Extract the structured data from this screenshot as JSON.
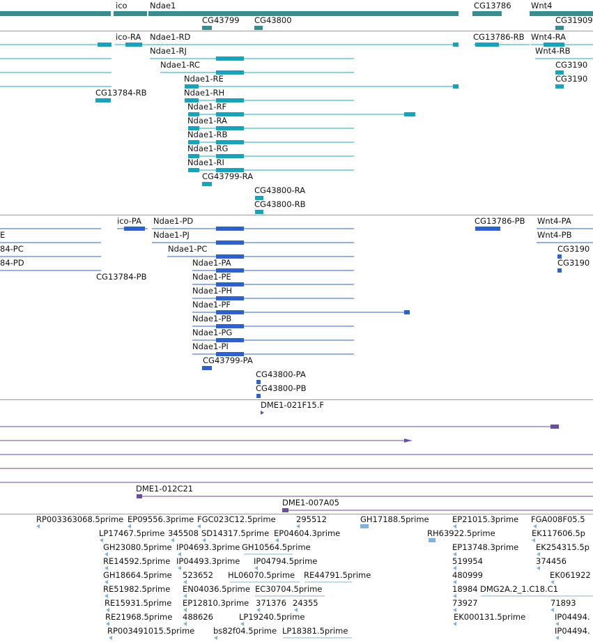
{
  "colors": {
    "gene": "#3a8b8c",
    "transcript_rna": "#1aa3b8",
    "transcript_protein": "#2f5fc9",
    "clone": "#6a4ea0",
    "est": "#7fb3dc",
    "divider": "#9a9a9a"
  },
  "tracks": {
    "gene": {
      "labels": [
        "ico",
        "Ndae1",
        "CG13786",
        "Wnt4",
        "CG43799",
        "CG43800",
        "CG31909"
      ]
    },
    "mrna": {
      "labels": [
        "ico-RA",
        "Ndae1-RD",
        "CG13786-RB",
        "Wnt4-RA",
        "Ndae1-RJ",
        "Wnt4-RB",
        "Ndae1-RC",
        "CG3190",
        "Ndae1-RE",
        "CG3190",
        "CG13784-RB",
        "Ndae1-RH",
        "Ndae1-RF",
        "Ndae1-RA",
        "Ndae1-RB",
        "Ndae1-RG",
        "Ndae1-RI",
        "CG43799-RA",
        "CG43800-RA",
        "CG43800-RB"
      ]
    },
    "protein": {
      "labels": [
        "ico-PA",
        "Ndae1-PD",
        "CG13786-PB",
        "Wnt4-PA",
        "E",
        "Ndae1-PJ",
        "Wnt4-PB",
        "84-PC",
        "Ndae1-PC",
        "CG3190",
        "84-PD",
        "Ndae1-PA",
        "CG3190",
        "Ndae1-PE",
        "CG13784-PB",
        "Ndae1-PH",
        "Ndae1-PF",
        "Ndae1-PB",
        "Ndae1-PG",
        "Ndae1-PI",
        "CG43799-PA",
        "CG43800-PA",
        "CG43800-PB"
      ]
    },
    "clones": {
      "labels": [
        "DME1-021F15.F",
        "DME1-012C21",
        "DME1-007A05"
      ]
    },
    "ests": {
      "labels": [
        "RP003363068.5prime",
        "EP09556.3prime",
        "FGC023C12.5prime",
        "295512",
        "GH17188.5prime",
        "EP21015.3prime",
        "FGA008F05.5",
        "LP17467.5prime",
        "345508",
        "SD14317.5prime",
        "EP04604.3prime",
        "RH63922.5prime",
        "EK117606.5p",
        "GH23080.5prime",
        "IP04693.3prime",
        "GH10564.5prime",
        "EP13748.3prime",
        "EK254315.5p",
        "RE14592.5prime",
        "IP04493.3prime",
        "IP04794.5prime",
        "519954",
        "374456",
        "GH18664.5prime",
        "523652",
        "HL06070.5prime",
        "RE44791.5prime",
        "480999",
        "EK061922",
        "RE51982.5prime",
        "EN04036.5prime",
        "EC30704.5prime",
        "18984",
        "DMG2A.2_1.C18.C1",
        "RE15931.5prime",
        "EP12810.3prime",
        "371376",
        "24355",
        "73927",
        "71893",
        "RE21968.5prime",
        "488626",
        "LP19240.5prime",
        "EK000131.5prime",
        "IP04494.",
        "RP003491015.5prime",
        "bs82f04.5prime",
        "LP18381.5prime",
        "IP04494."
      ]
    }
  }
}
